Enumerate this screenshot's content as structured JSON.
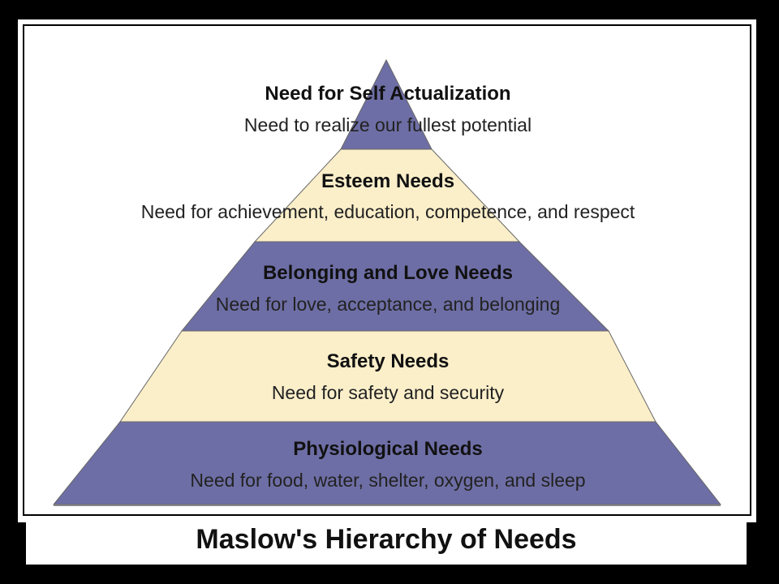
{
  "diagram": {
    "caption": "Maslow's Hierarchy of Needs",
    "colors": {
      "dark_band": "#6e6ea6",
      "light_band": "#fbefca",
      "outline": "#666666"
    },
    "levels": [
      {
        "title": "Need for Self Actualization",
        "description": "Need to realize our fullest potential",
        "fill": "dark"
      },
      {
        "title": "Esteem Needs",
        "description": "Need for achievement, education, competence, and respect",
        "fill": "light"
      },
      {
        "title": "Belonging and Love Needs",
        "description": "Need for love, acceptance, and belonging",
        "fill": "dark"
      },
      {
        "title": "Safety Needs",
        "description": "Need for safety and security",
        "fill": "light"
      },
      {
        "title": "Physiological Needs",
        "description": "Need for food, water, shelter, oxygen, and sleep",
        "fill": "dark"
      }
    ]
  }
}
